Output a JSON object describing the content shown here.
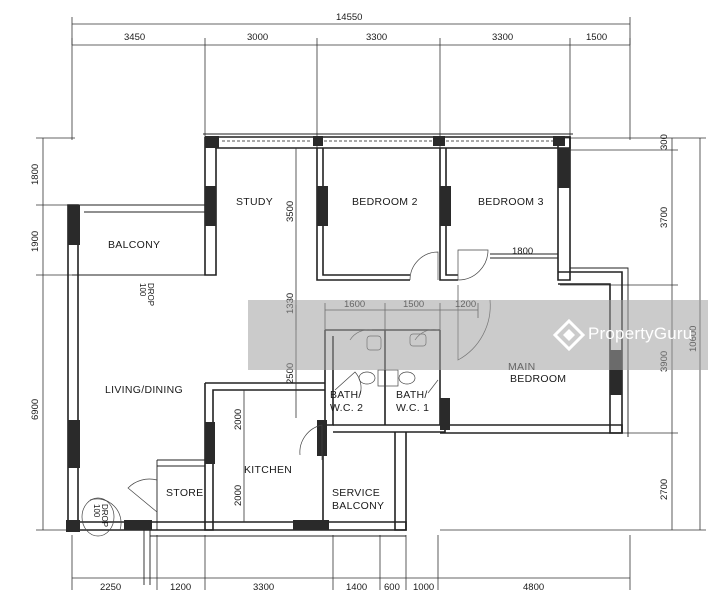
{
  "dimensions": {
    "total_width": "14550",
    "top": [
      "3450",
      "3000",
      "3300",
      "3300",
      "1500"
    ],
    "bottom": [
      "2250",
      "1200",
      "3300",
      "1400",
      "600",
      "1000",
      "4800"
    ],
    "left": [
      "1800",
      "1900",
      "6900"
    ],
    "right_inner": [
      "300",
      "3700",
      "3900",
      "2700"
    ],
    "right_total": "10600",
    "inner_h": [
      "1600",
      "1500",
      "1200"
    ],
    "inner_v": [
      "3500",
      "1330",
      "2500"
    ],
    "kitchen_v": [
      "2000",
      "2000"
    ],
    "bedroom3_h": "1800"
  },
  "rooms": {
    "study": "STUDY",
    "bedroom2": "BEDROOM 2",
    "bedroom3": "BEDROOM 3",
    "balcony": "BALCONY",
    "living": "LIVING/DINING",
    "main_bedroom_1": "MAIN",
    "main_bedroom_2": "BEDROOM",
    "bath2_1": "BATH/",
    "bath2_2": "W.C. 2",
    "bath1_1": "BATH/",
    "bath1_2": "W.C. 1",
    "kitchen": "KITCHEN",
    "store": "STORE",
    "service_1": "SERVICE",
    "service_2": "BALCONY"
  },
  "notes": {
    "drop_balcony": "100",
    "drop_balcony_2": "DROP",
    "drop_entry": "100",
    "drop_entry_2": "DROP"
  },
  "watermark": {
    "text": "PropertyGuru"
  }
}
